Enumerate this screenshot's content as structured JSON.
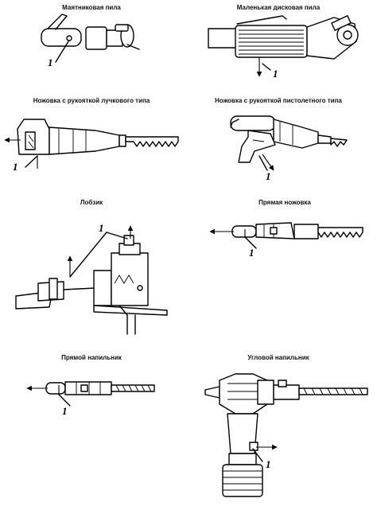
{
  "panels": [
    {
      "id": "pendulum",
      "title": "Маятниковая пила",
      "callout": "1",
      "icon": "pendulum-saw-icon"
    },
    {
      "id": "small-disc",
      "title": "Маленькая дисковая пила",
      "callout": "1",
      "icon": "small-disc-saw-icon"
    },
    {
      "id": "bow-handle",
      "title": "Ножовка с рукояткой лучкового типа",
      "callout": "1",
      "icon": "bow-handle-hacksaw-icon"
    },
    {
      "id": "pistol-handle",
      "title": "Ножовка с рукояткой пистолетного типа",
      "callout": "1",
      "icon": "pistol-handle-hacksaw-icon"
    },
    {
      "id": "jigsaw",
      "title": "Лобзик",
      "callout": "1",
      "icon": "jigsaw-icon"
    },
    {
      "id": "straight-hacksaw",
      "title": "Прямая ножовка",
      "callout": "1",
      "icon": "straight-hacksaw-icon"
    },
    {
      "id": "straight-file",
      "title": "Прямой напильник",
      "callout": "1",
      "icon": "straight-file-icon"
    },
    {
      "id": "angle-file",
      "title": "Угловой напильник",
      "callout": "1",
      "icon": "angle-file-icon"
    }
  ]
}
